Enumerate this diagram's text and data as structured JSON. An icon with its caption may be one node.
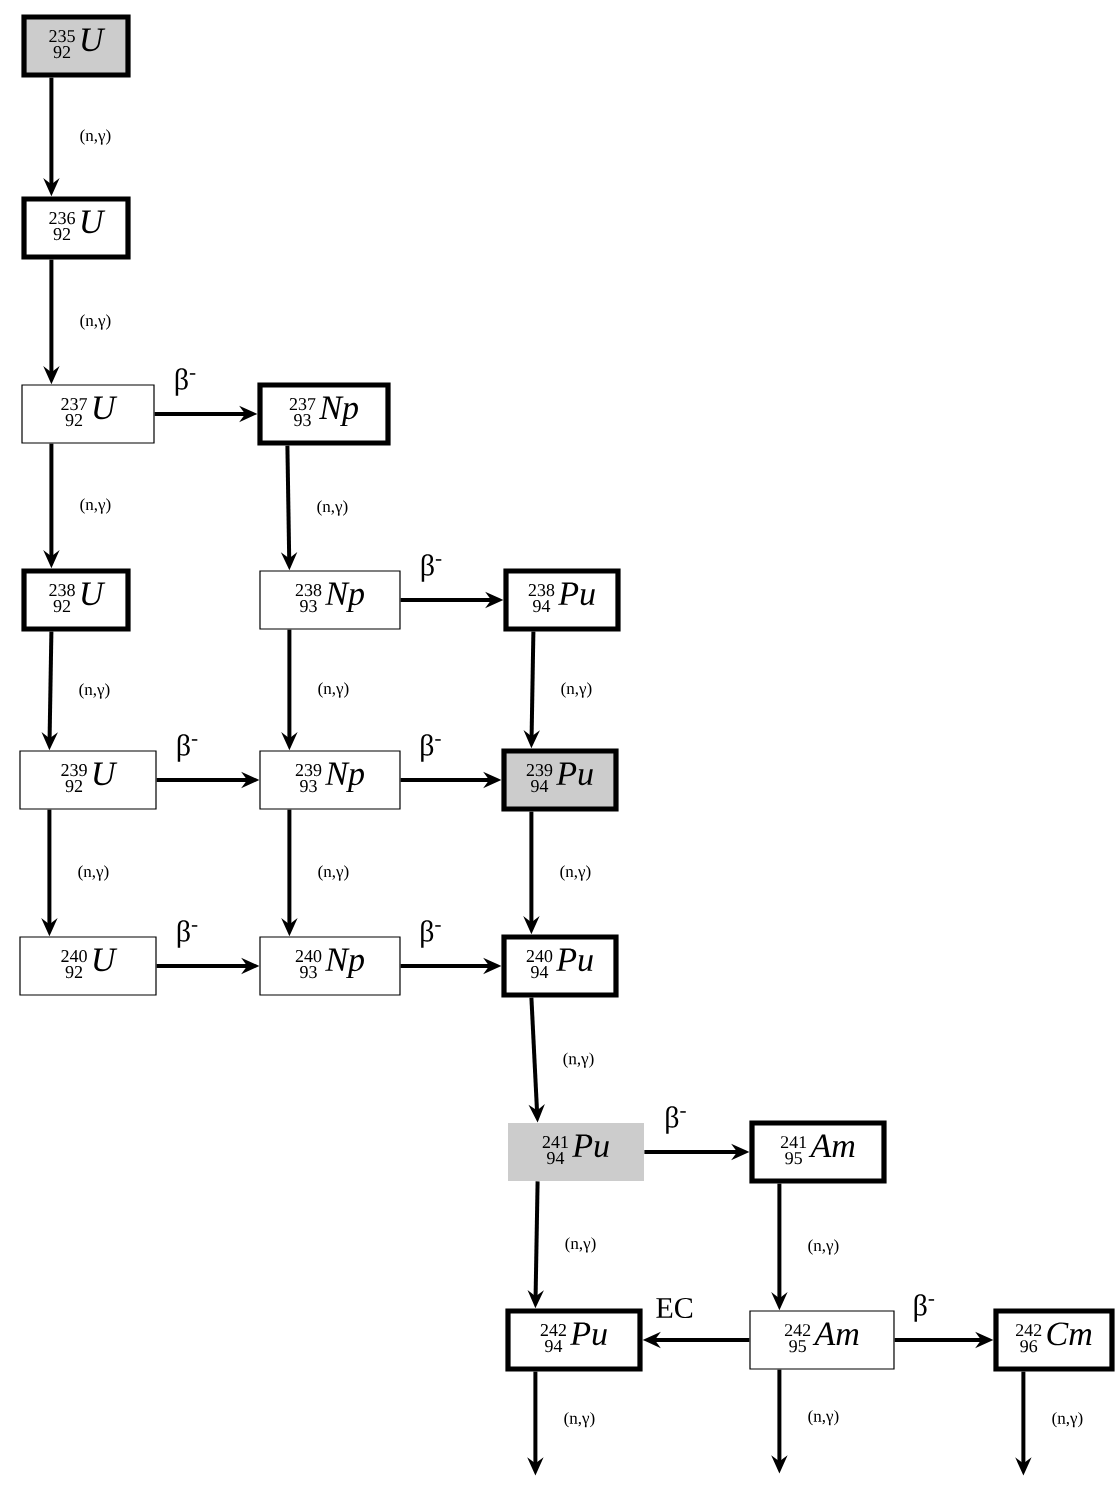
{
  "diagram": {
    "nodes": [
      {
        "text": [
          "235",
          "92",
          "U"
        ]
      },
      {
        "text": [
          "236",
          "92",
          "U"
        ]
      },
      {
        "text": [
          "237",
          "92",
          "U"
        ]
      },
      {
        "text": [
          "237",
          "93",
          "Np"
        ]
      },
      {
        "text": [
          "238",
          "92",
          "U"
        ]
      },
      {
        "text": [
          "238",
          "93",
          "Np"
        ]
      },
      {
        "text": [
          "238",
          "94",
          "Pu"
        ]
      },
      {
        "text": [
          "239",
          "92",
          "U"
        ]
      },
      {
        "text": [
          "239",
          "93",
          "Np"
        ]
      },
      {
        "text": [
          "239",
          "94",
          "Pu"
        ]
      },
      {
        "text": [
          "240",
          "92",
          "U"
        ]
      },
      {
        "text": [
          "240",
          "93",
          "Np"
        ]
      },
      {
        "text": [
          "240",
          "94",
          "Pu"
        ]
      },
      {
        "text": [
          "241",
          "94",
          "Pu"
        ]
      },
      {
        "text": [
          "241",
          "95",
          "Am"
        ]
      },
      {
        "text": [
          "242",
          "94",
          "Pu"
        ]
      },
      {
        "text": [
          "242",
          "95",
          "Am"
        ]
      },
      {
        "text": [
          "242",
          "96",
          "Cm"
        ]
      }
    ],
    "edges": [
      {
        "from": 0,
        "to": 1,
        "arrow": "to",
        "label": "(n,γ)"
      },
      {
        "from": 1,
        "to": 2,
        "arrow": "to",
        "label": "(n,γ)"
      },
      {
        "from": 2,
        "to": 3,
        "arrow": "to",
        "label": "β$^{-}$"
      },
      {
        "from": 2,
        "to": 4,
        "arrow": "to",
        "label": "(n,γ)"
      },
      {
        "from": 3,
        "to": 5,
        "arrow": "to",
        "label": "(n,γ)"
      },
      {
        "from": 5,
        "to": 6,
        "arrow": "to",
        "label": "β$^{-}$"
      },
      {
        "from": 4,
        "to": 7,
        "arrow": "to",
        "label": "(n,γ)"
      },
      {
        "from": 5,
        "to": 8,
        "arrow": "to",
        "label": "(n,γ)"
      },
      {
        "from": 6,
        "to": 9,
        "arrow": "to",
        "label": "(n,γ)"
      },
      {
        "from": 7,
        "to": 8,
        "arrow": "to",
        "label": "β$^{-}$"
      },
      {
        "from": 8,
        "to": 9,
        "arrow": "to",
        "label": "β$^{-}$"
      },
      {
        "from": 7,
        "to": 10,
        "arrow": "to",
        "label": "(n,γ)"
      },
      {
        "from": 8,
        "to": 11,
        "arrow": "to",
        "label": "(n,γ)"
      },
      {
        "from": 9,
        "to": 12,
        "arrow": "to",
        "label": "(n,γ)"
      },
      {
        "from": 10,
        "to": 11,
        "arrow": "to",
        "label": "β$^{-}$"
      },
      {
        "from": 11,
        "to": 12,
        "arrow": "to",
        "label": "β$^{-}$"
      },
      {
        "from": 12,
        "to": 13,
        "arrow": "to",
        "label": "(n,γ)"
      },
      {
        "from": 13,
        "to": 14,
        "arrow": "to",
        "label": "β$^{-}$"
      },
      {
        "from": 13,
        "to": 15,
        "arrow": "to",
        "label": "(n,γ)"
      },
      {
        "from": 14,
        "to": 16,
        "arrow": "to",
        "label": "(n,γ)"
      },
      {
        "from": 16,
        "to": 15,
        "arrow": "to",
        "label": "EC"
      },
      {
        "from": 16,
        "to": 17,
        "arrow": "to",
        "label": "β$^{-}$"
      },
      {
        "from": 15,
        "to": null,
        "arrow": "to",
        "label": "(n,γ)"
      },
      {
        "from": 16,
        "to": null,
        "arrow": "to",
        "label": "(n,γ)"
      },
      {
        "from": 17,
        "to": null,
        "arrow": "to",
        "label": "(n,γ)"
      }
    ]
  }
}
